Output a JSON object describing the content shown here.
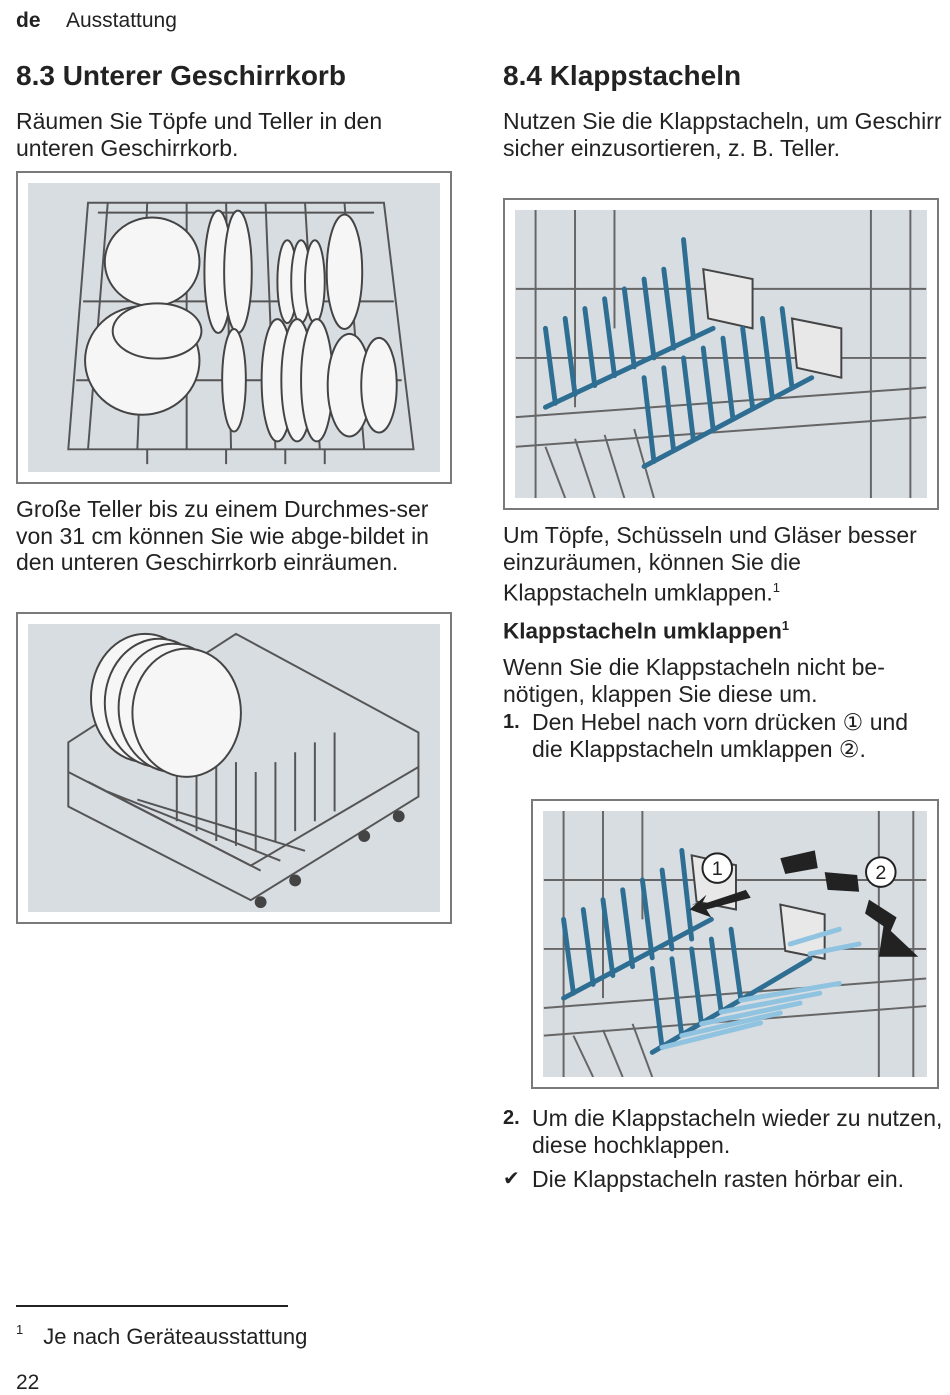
{
  "header": {
    "lang": "de",
    "section": "Ausstattung"
  },
  "left": {
    "heading": "8.3 Unterer Geschirrkorb",
    "intro": "Räumen Sie Töpfe und Teller in den unteren Geschirrkorb.",
    "para2": "Große Teller bis zu einem Durchmes-ser von 31 cm können Sie wie abge-bildet in den unteren Geschirrkorb einräumen."
  },
  "right": {
    "heading": "8.4 Klappstacheln",
    "intro": "Nutzen Sie die Klappstacheln, um Geschirr sicher einzusortieren, z. B. Teller.",
    "para2": "Um Töpfe, Schüsseln und Gläser besser einzuräumen, können Sie die Klappstacheln umklappen.",
    "para2_sup": "1",
    "subheading": "Klappstacheln umklappen",
    "subheading_sup": "1",
    "sub_intro": "Wenn Sie die Klappstacheln nicht be-nötigen, klappen Sie diese um.",
    "steps": [
      {
        "num": "1.",
        "text": "Den Hebel nach vorn drücken ① und die Klappstacheln umklappen ②."
      },
      {
        "num": "2.",
        "text": "Um die Klappstacheln wieder zu nutzen, diese hochklappen."
      }
    ],
    "result_mark": "✔",
    "result": "Die Klappstacheln rasten hörbar ein.",
    "callout_1": "1",
    "callout_2": "2"
  },
  "footnote": {
    "mark": "1",
    "text": "Je nach Geräteausstattung"
  },
  "page_number": "22",
  "colors": {
    "spike_blue": "#2f6e93",
    "spike_light": "#8fc3e0",
    "figure_bg": "#d8dde2",
    "frame": "#7a7a7a"
  }
}
